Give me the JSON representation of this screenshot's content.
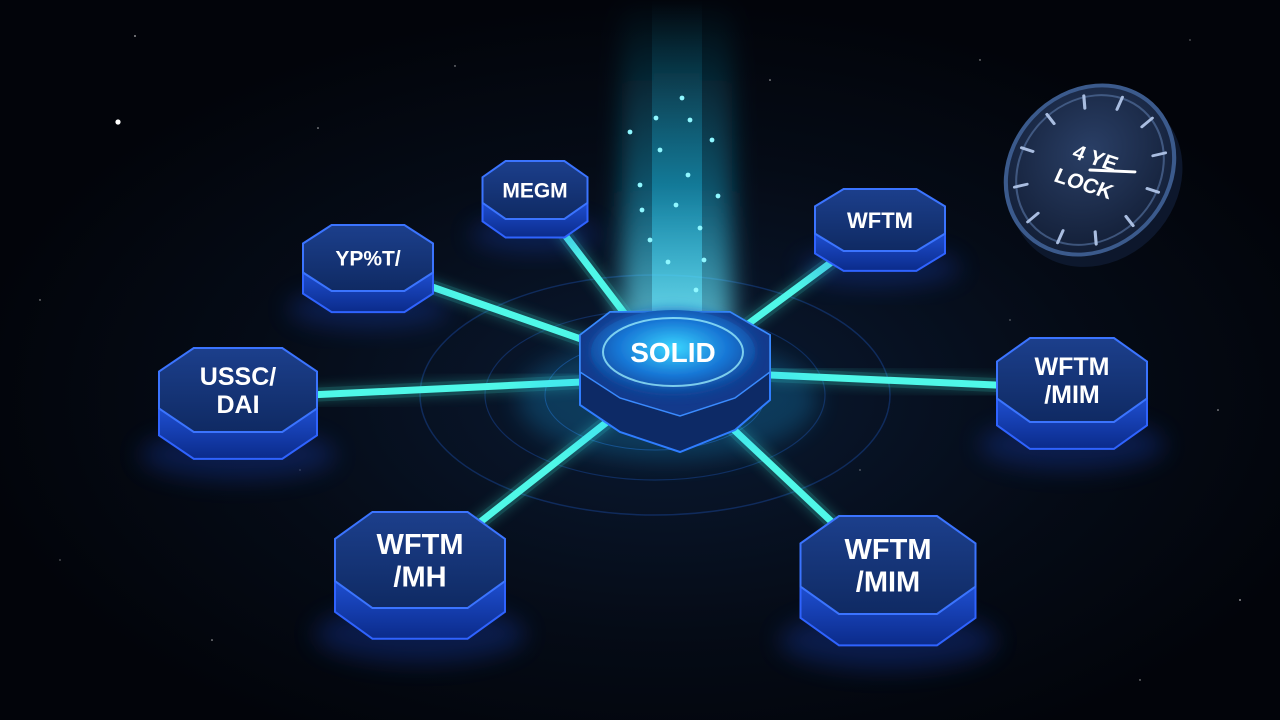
{
  "center": {
    "label": "SOLID"
  },
  "nodes": [
    {
      "id": "megm",
      "lines": [
        "MEGM"
      ]
    },
    {
      "id": "yp",
      "lines": [
        "YP%T/"
      ]
    },
    {
      "id": "wftm-top",
      "lines": [
        "WFTM"
      ]
    },
    {
      "id": "ussc-dai",
      "lines": [
        "USSC/",
        "DAI"
      ]
    },
    {
      "id": "wftm-mim-right",
      "lines": [
        "WFTM",
        "/MIM"
      ]
    },
    {
      "id": "wftm-mh",
      "lines": [
        "WFTM",
        "/MH"
      ]
    },
    {
      "id": "wftm-mim-bottom",
      "lines": [
        "WFTM",
        "/MIM"
      ]
    }
  ],
  "lock_clock": {
    "lines": [
      "4 YE",
      "LOCK"
    ]
  },
  "icons": {
    "clock": "clock-icon",
    "beam": "light-beam"
  },
  "colors": {
    "background": "#03060c",
    "node_fill": "#12306e",
    "node_edge": "#2f63ff",
    "link": "#3ff2e0",
    "center_glow": "#2fc6ff",
    "clock_face": "#1b2d4e"
  }
}
